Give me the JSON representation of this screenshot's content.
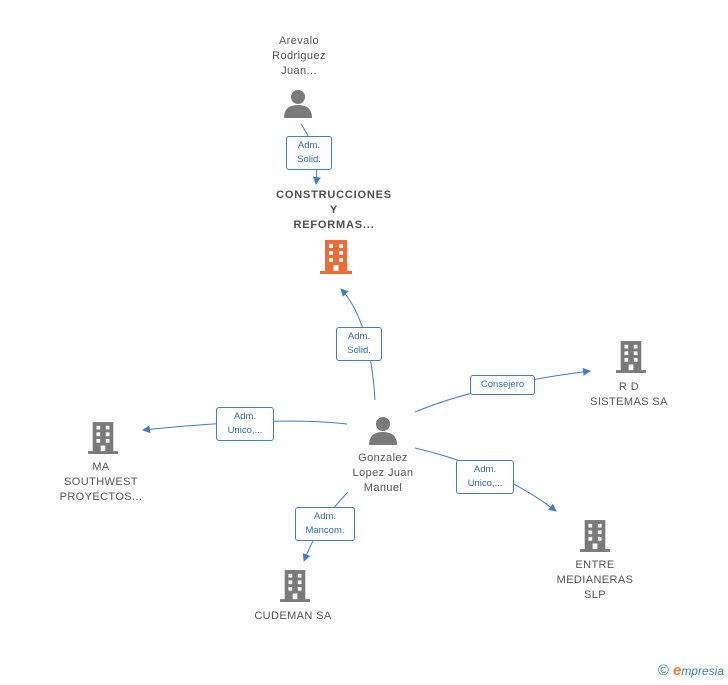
{
  "nodes": {
    "arevalo": {
      "lines": [
        "Arevalo",
        "Rodriguez",
        "Juan..."
      ],
      "type": "person"
    },
    "construcciones": {
      "lines": [
        "CONSTRUCCIONES",
        "Y",
        "REFORMAS..."
      ],
      "type": "company-main"
    },
    "gonzalez": {
      "lines": [
        "Gonzalez",
        "Lopez Juan",
        "Manuel"
      ],
      "type": "person"
    },
    "rd": {
      "lines": [
        "R D",
        "SISTEMAS SA"
      ],
      "type": "company"
    },
    "ma": {
      "lines": [
        "MA",
        "SOUTHWEST",
        "PROYECTOS..."
      ],
      "type": "company"
    },
    "entre": {
      "lines": [
        "ENTRE",
        "MEDIANERAS",
        "SLP"
      ],
      "type": "company"
    },
    "cudeman": {
      "lines": [
        "CUDEMAN SA"
      ],
      "type": "company"
    }
  },
  "edges": {
    "arevalo_construcciones": {
      "lines": [
        "Adm.",
        "Solid."
      ]
    },
    "gonzalez_construcciones": {
      "lines": [
        "Adm.",
        "Solid."
      ]
    },
    "gonzalez_rd": {
      "lines": [
        "Consejero"
      ]
    },
    "gonzalez_ma": {
      "lines": [
        "Adm.",
        "Unico,..."
      ]
    },
    "gonzalez_entre": {
      "lines": [
        "Adm.",
        "Unico,..."
      ]
    },
    "gonzalez_cudeman": {
      "lines": [
        "Adm.",
        "Mancom."
      ]
    }
  },
  "colors": {
    "edge": "#3d7fce",
    "icon_gray": "#7a7a7a",
    "icon_main": "#f06a35",
    "brand": "#2f8f8a",
    "brand_accent": "#e8852a"
  },
  "icons": {
    "person": "person-icon",
    "company": "building-icon"
  },
  "footer": {
    "copyright_symbol": "©",
    "brand_initial": "e",
    "brand_rest": "mpresia"
  }
}
